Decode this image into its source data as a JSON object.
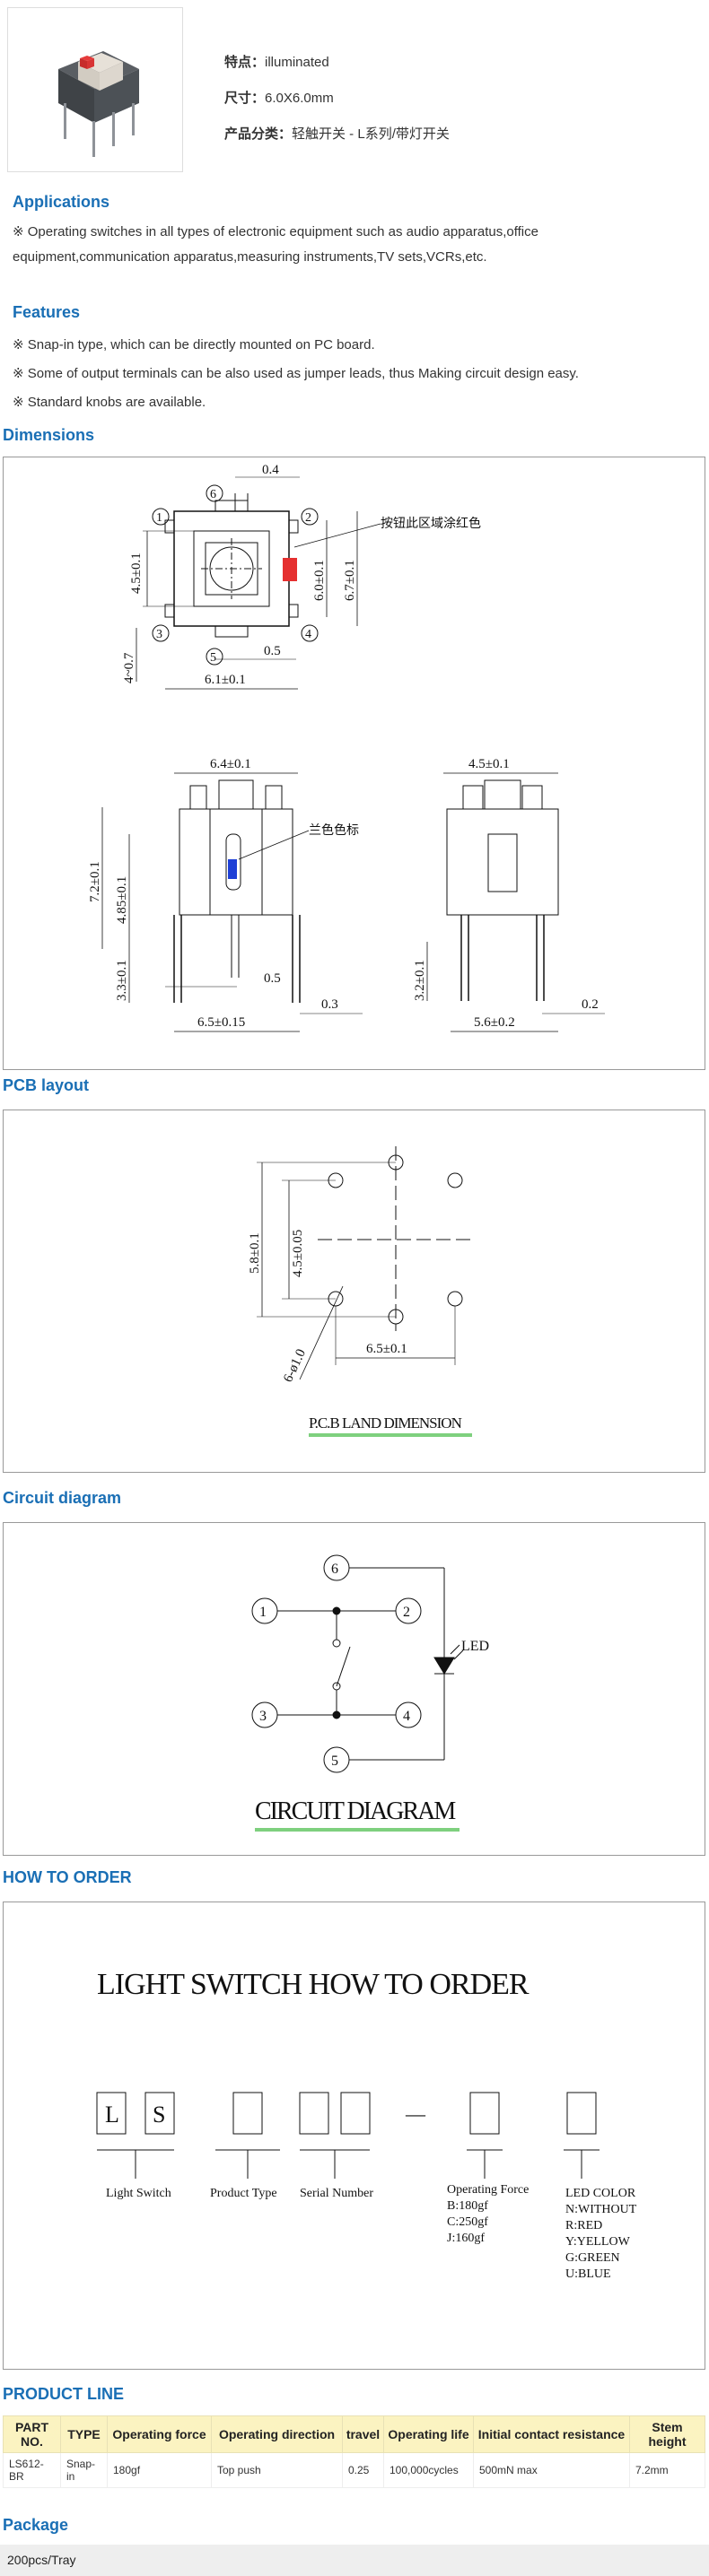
{
  "product": {
    "specs": [
      {
        "label": "特点：",
        "value": "illuminated"
      },
      {
        "label": "尺寸：",
        "value": "6.0X6.0mm"
      },
      {
        "label": "产品分类：",
        "value": "轻触开关 - L系列/带灯开关"
      }
    ]
  },
  "applications": {
    "title": "Applications",
    "text": "※ Operating switches in all types of electronic equipment such as audio apparatus,office equipment,communication apparatus,measuring instruments,TV sets,VCRs,etc."
  },
  "features": {
    "title": "Features",
    "items": [
      "※ Snap-in type, which can be directly mounted on PC board.",
      "※ Some of output terminals can be also used as jumper leads, thus Making circuit design easy.",
      "※ Standard knobs are available."
    ]
  },
  "dimensions": {
    "title": "Dimensions",
    "labels": {
      "d04": "0.4",
      "d45": "4.5±0.1",
      "d60": "6.0±0.1",
      "d67": "6.7±0.1",
      "d05a": "0.5",
      "d407": "4~0.7",
      "d61": "6.1±0.1",
      "red_note": "按钮此区域涂红色",
      "d64": "6.4±0.1",
      "d72": "7.2±0.1",
      "d485": "4.85±0.1",
      "d33": "3.3±0.1",
      "d05b": "0.5",
      "d03": "0.3",
      "d65": "6.5±0.15",
      "blue_note": "兰色色标",
      "d45b": "4.5±0.1",
      "d32": "3.2±0.1",
      "d02": "0.2",
      "d56": "5.6±0.2",
      "n1": "1",
      "n2": "2",
      "n3": "3",
      "n4": "4",
      "n5": "5",
      "n6": "6"
    }
  },
  "pcb": {
    "title": "PCB layout",
    "labels": {
      "d58": "5.8±0.1",
      "d45": "4.5±0.05",
      "d65": "6.5±0.1",
      "holes": "6-ø1.0",
      "caption": "P.C.B LAND DIMENSION"
    }
  },
  "circuit": {
    "title": "Circuit diagram",
    "labels": {
      "n1": "1",
      "n2": "2",
      "n3": "3",
      "n4": "4",
      "n5": "5",
      "n6": "6",
      "led": "LED",
      "caption": "CIRCUIT DIAGRAM"
    }
  },
  "order": {
    "title": "HOW TO ORDER",
    "heading": "LIGHT SWITCH HOW TO ORDER",
    "box_l": "L",
    "box_s": "S",
    "dash": "—",
    "light_switch": "Light Switch",
    "product_type": "Product Type",
    "serial_number": "Serial Number",
    "force_title": "Operating Force",
    "force_lines": [
      "B:180gf",
      "C:250gf",
      "J:160gf"
    ],
    "led_title": "LED COLOR",
    "led_lines": [
      "N:WITHOUT",
      "R:RED",
      "Y:YELLOW",
      "G:GREEN",
      "U:BLUE"
    ]
  },
  "product_line": {
    "title": "PRODUCT LINE",
    "headers": [
      "PART NO.",
      "TYPE",
      "Operating force",
      "Operating direction",
      "travel",
      "Operating life",
      "Initial contact resistance",
      "Stem height"
    ],
    "rows": [
      [
        "LS612-BR",
        "Snap-in",
        "180gf",
        "Top push",
        "0.25",
        "100,000cycles",
        "500mN max",
        "7.2mm"
      ]
    ]
  },
  "package": {
    "title": "Package",
    "value": "200pcs/Tray"
  }
}
